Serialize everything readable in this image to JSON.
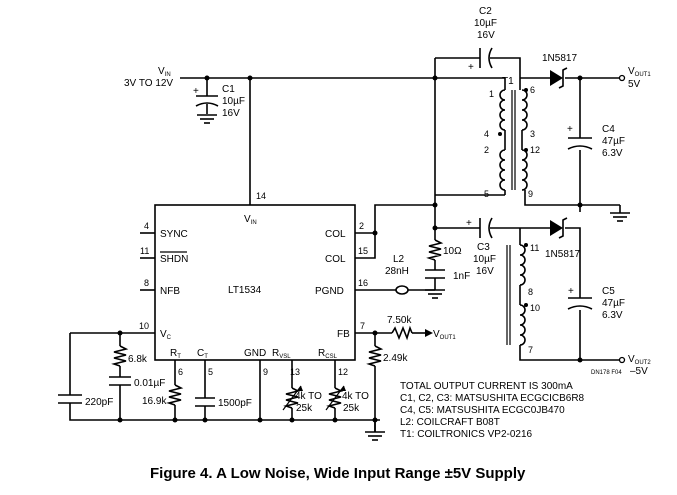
{
  "chip": {
    "name": "LT1534",
    "pins": {
      "vin": "V",
      "vin_sub": "IN",
      "vin_num": "14",
      "sync": "SYNC",
      "sync_num": "4",
      "shdn": "SHDN",
      "shdn_num": "11",
      "nfb": "NFB",
      "nfb_num": "8",
      "vc": "V",
      "vc_sub": "C",
      "vc_num": "10",
      "col1": "COL",
      "col1_num": "2",
      "col2": "COL",
      "col2_num": "15",
      "pgnd": "PGND",
      "pgnd_num": "16",
      "fb": "FB",
      "fb_num": "7",
      "rt": "R",
      "rt_sub": "T",
      "rt_num": "6",
      "ct": "C",
      "ct_sub": "T",
      "ct_num": "5",
      "gnd": "GND",
      "gnd_num": "9",
      "rvsl": "R",
      "rvsl_sub": "VSL",
      "rvsl_num": "13",
      "rcsl": "R",
      "rcsl_sub": "CSL",
      "rcsl_num": "12"
    }
  },
  "input": {
    "label": "V",
    "label_sub": "IN",
    "range": "3V TO 12V"
  },
  "components": {
    "c1": [
      "C1",
      "10µF",
      "16V"
    ],
    "c2": [
      "C2",
      "10µF",
      "16V"
    ],
    "c3": [
      "C3",
      "10µF",
      "16V"
    ],
    "c4": [
      "C4",
      "47µF",
      "6.3V"
    ],
    "c5": [
      "C5",
      "47µF",
      "6.3V"
    ],
    "t1": "T1",
    "d1": "1N5817",
    "d2": "1N5817",
    "l2": [
      "L2",
      "28nH"
    ],
    "r_snub": "10Ω",
    "c_snub": "1nF",
    "r_fb_top": "7.50k",
    "r_fb_bot": "2.49k",
    "r_vc": "6.8k",
    "c_vc": "0.01µF",
    "c_vc2": "220pF",
    "r_t": "16.9k",
    "c_t": "1500pF",
    "r_vsl": [
      "4k TO",
      "25k"
    ],
    "r_csl": [
      "4k TO",
      "25k"
    ]
  },
  "transformer_pins": {
    "p1": "1",
    "p6": "6",
    "p4": "4",
    "p3": "3",
    "p2": "2",
    "p12": "12",
    "p5": "5",
    "p9": "9",
    "p11": "11",
    "p8": "8",
    "p10": "10",
    "p7": "7"
  },
  "outputs": {
    "vout1": "V",
    "vout1_sub": "OUT1",
    "vout1_val": "5V",
    "vout2": "V",
    "vout2_sub": "OUT2",
    "vout2_val": "–5V",
    "fb_vout1": "V",
    "fb_vout1_sub": "OUT1"
  },
  "polarity": "+",
  "notes": [
    "TOTAL OUTPUT CURRENT IS 300mA",
    "C1, C2, C3: MATSUSHITA ECGCICB6R8",
    "C4, C5: MATSUSHITA ECGC0JB470",
    "L2: COILCRAFT B08T",
    "T1: COILTRONICS VP2-0216"
  ],
  "figure_code": "DN178 F04",
  "caption": "Figure 4. A Low Noise, Wide Input Range ±5V Supply"
}
